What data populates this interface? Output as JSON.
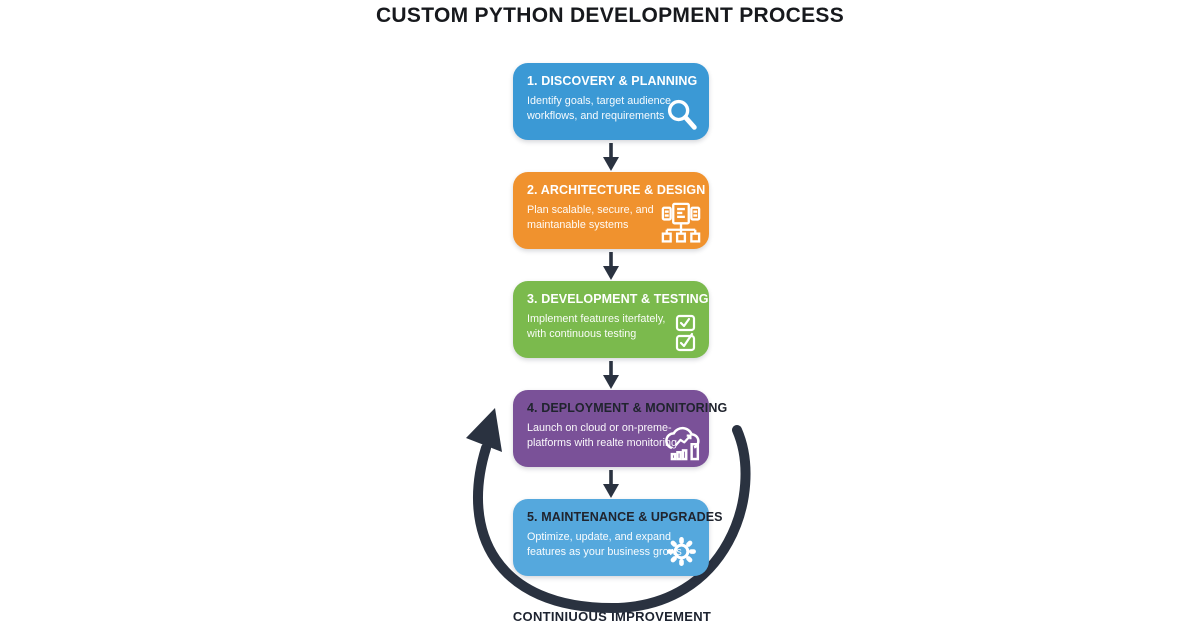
{
  "title": "CUSTOM PYTHON DEVELOPMENT PROCESS",
  "footer_label": "CONTINIUOUS IMPROVEMENT",
  "flow_arrow_color": "#2a3240",
  "loop": {
    "color": "#2a3240",
    "label": "continuous improvement loop"
  },
  "steps": [
    {
      "heading": "1. DISCOVERY & PLANNING",
      "body": [
        "Identify goals, target audience,",
        "workflows, and requirements"
      ],
      "color": "#3b99d5",
      "heading_color": "#ffffff",
      "icon": "magnifier-icon"
    },
    {
      "heading": "2. ARCHITECTURE & DESIGN",
      "body": [
        "Plan scalable, secure, and",
        "maintanable systems"
      ],
      "color": "#f0922e",
      "heading_color": "#ffffff",
      "icon": "architecture-diagram-icon"
    },
    {
      "heading": "3. DEVELOPMENT & TESTING",
      "body": [
        "Implement features iterfately,",
        "with continuous testing"
      ],
      "color": "#7bba4d",
      "heading_color": "#ffffff",
      "icon": "checkboxes-icon"
    },
    {
      "heading": "4. DEPLOYMENT & MONITORING",
      "body": [
        "Launch on cloud or on-preme-",
        "platforms with realte monitoring"
      ],
      "color": "#7a5198",
      "heading_color": "#20242e",
      "icon": "cloud-analytics-icon"
    },
    {
      "heading": "5. MAINTENANCE & UPGRADES",
      "body": [
        "Optimize, update, and expand",
        "features as your business grows"
      ],
      "color": "#55a8dd",
      "heading_color": "#20242e",
      "icon": "gear-icon"
    }
  ]
}
